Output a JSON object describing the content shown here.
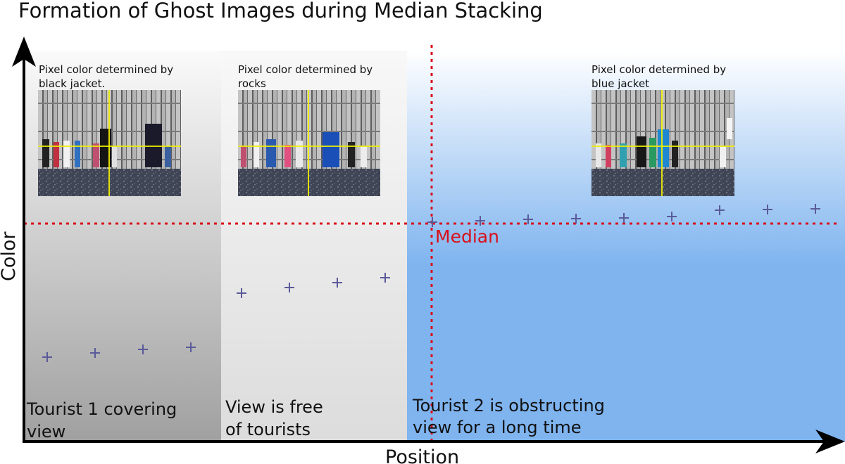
{
  "title": "Formation of Ghost Images during Median Stacking",
  "axes": {
    "x_label": "Position",
    "y_label": "Color"
  },
  "median": {
    "label": "Median",
    "color": "#d8101c"
  },
  "colors": {
    "marker": "#5a5a9a",
    "axis": "#000000",
    "crosshair": "#f0f000",
    "tourist1_region_top": "#fafafa",
    "tourist1_region_bottom": "#a0a0a0",
    "free_region_top": "#f8f8f8",
    "free_region_bottom": "#dcdcdc",
    "tourist2_region_top": "#ffffff",
    "tourist2_region_bottom": "#7fb4ef"
  },
  "regions": [
    {
      "name": "tourist-1",
      "label_lines": [
        "Tourist 1 covering",
        "view"
      ],
      "caption_lines": [
        "Pixel color determined by",
        "black jacket."
      ],
      "sample_points": [
        508,
        502,
        497,
        494
      ]
    },
    {
      "name": "free-view",
      "label_lines": [
        "View is free",
        "of tourists"
      ],
      "caption_lines": [
        "Pixel color determined by",
        "rocks"
      ],
      "sample_points": [
        417,
        409,
        402,
        395
      ]
    },
    {
      "name": "tourist-2",
      "label_lines": [
        "Tourist 2 is obstructing",
        "view for a long time"
      ],
      "caption_lines": [
        "Pixel color determined by",
        "blue jacket"
      ],
      "sample_points": [
        316,
        314,
        312,
        311,
        310,
        308,
        299,
        298,
        297
      ]
    }
  ]
}
